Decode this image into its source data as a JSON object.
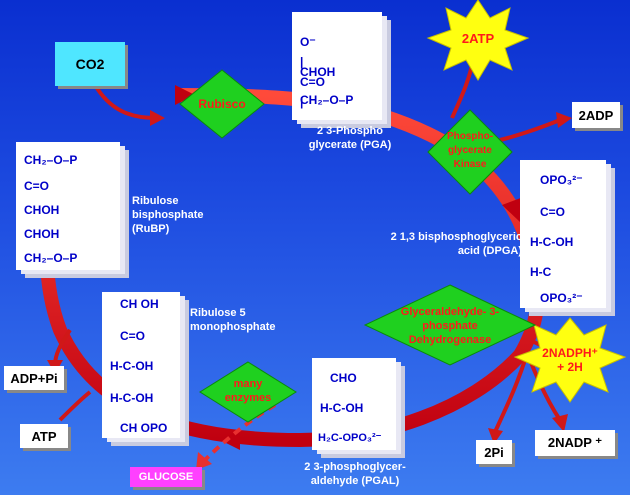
{
  "co2": "CO2",
  "enzymes": {
    "rubisco": "Rubisco",
    "kinase": "Phospho- glycerate Kinase",
    "dehydrogenase": "Glyceraldehyde- 3-phosphate Dehydrogenase",
    "many": "many enzymes"
  },
  "molecules": {
    "pga": {
      "name": "2 3-Phospho glycerate (PGA)",
      "formula": [
        "O⁻",
        "C=O",
        "CHOH",
        "CH₂–O–P"
      ]
    },
    "rubp": {
      "name": "Ribulose bisphosphate (RuBP)",
      "formula": [
        "CH₂–O–P",
        "C=O",
        "CHOH",
        "CHOH",
        "CH₂–O–P"
      ]
    },
    "dpga": {
      "name": "2 1,3 bisphosphoglyceric acid (DPGA)",
      "formula": [
        "OPO₃²⁻",
        "C=O",
        "H-C-OH",
        "H-C",
        "OPO₃²⁻"
      ]
    },
    "ru5p": {
      "name": "Ribulose 5 monophosphate",
      "formula": [
        "CH OH",
        "C=O",
        "H-C-OH",
        "H-C-OH",
        "CH OPO"
      ]
    },
    "pgal": {
      "name": "2 3-phosphoglycer- aldehyde (PGAL)",
      "formula": [
        "CHO",
        "H-C-OH",
        "H₂C-OPO₃²⁻"
      ]
    }
  },
  "cofactors": {
    "atp2": "2ATP",
    "adp2": "2ADP",
    "nadph": "2NADPH⁺ + 2H",
    "nadp": "2NADP ⁺",
    "pi2": "2Pi",
    "adp_pi": "ADP+Pi",
    "atp": "ATP",
    "glucose": "GLUCOSE"
  },
  "colors": {
    "cycle": "#e8121a",
    "enzyme": "#1fd01f",
    "starburst": "#ffff10",
    "co2_box": "#4fe6ff",
    "glucose": "#ff40ff",
    "molecule_text": "#0000c8"
  }
}
